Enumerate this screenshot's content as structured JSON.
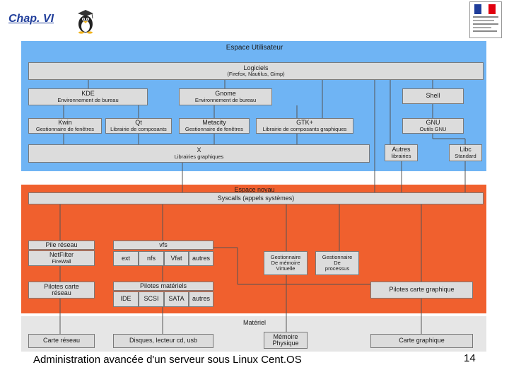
{
  "header": {
    "chapter": "Chap. VI"
  },
  "zones": {
    "user": "Espace Utilisateur",
    "kernel": "Espace noyau",
    "hardware": "Matériel"
  },
  "user": {
    "logiciels": {
      "title": "Logiciels",
      "sub": "(Firefox, Nautilus, Gimp)"
    },
    "kde": {
      "title": "KDE",
      "sub": "Environnement de bureau"
    },
    "gnome": {
      "title": "Gnome",
      "sub": "Environnement de bureau"
    },
    "shell": {
      "title": "Shell"
    },
    "kwin": {
      "title": "Kwin",
      "sub": "Gestionnaire de fenêtres"
    },
    "qt": {
      "title": "Qt",
      "sub": "Librairie de composants"
    },
    "metacity": {
      "title": "Metacity",
      "sub": "Gestionnaire de fenêtres"
    },
    "gtk": {
      "title": "GTK+",
      "sub": "Librairie de composants graphiques"
    },
    "gnu": {
      "title": "GNU",
      "sub": "Outils GNU"
    },
    "x": {
      "title": "X",
      "sub": "Librairies graphiques"
    },
    "autres": {
      "title": "Autres",
      "sub": "librairies"
    },
    "libc": {
      "title": "Libc",
      "sub": "Standard"
    }
  },
  "kernel": {
    "syscalls": "Syscalls (appels systèmes)",
    "pile": "Pile réseau",
    "netfilter": {
      "title": "NetFilter",
      "sub": "FireWall"
    },
    "vfs": "vfs",
    "fs": [
      "ext",
      "nfs",
      "Vfat",
      "autres"
    ],
    "gest_mem": [
      "Gestionnaire",
      "De mémoire",
      "Virtuelle"
    ],
    "gest_proc": [
      "Gestionnaire",
      "De",
      "processus"
    ],
    "pilotes_reseau": [
      "Pilotes carte",
      "réseau"
    ],
    "pilotes_mat": "Pilotes matériels",
    "buses": [
      "IDE",
      "SCSI",
      "SATA",
      "autres"
    ],
    "pilotes_graph": "Pilotes carte graphique"
  },
  "hardware": {
    "carte_reseau": "Carte réseau",
    "disques": "Disques, lecteur cd, usb",
    "memoire": [
      "Mémoire",
      "Physique"
    ],
    "carte_graph": "Carte graphique"
  },
  "footer": {
    "text": "Administration avancée d'un serveur sous Linux Cent.OS",
    "page": "14"
  },
  "colors": {
    "user_zone": "#6fb4f4",
    "kernel_zone": "#f0602e",
    "hardware_zone": "#e6e6e6",
    "box": "#dcdcdc"
  },
  "icons": [
    "tux-penguin-icon",
    "french-government-logo"
  ]
}
